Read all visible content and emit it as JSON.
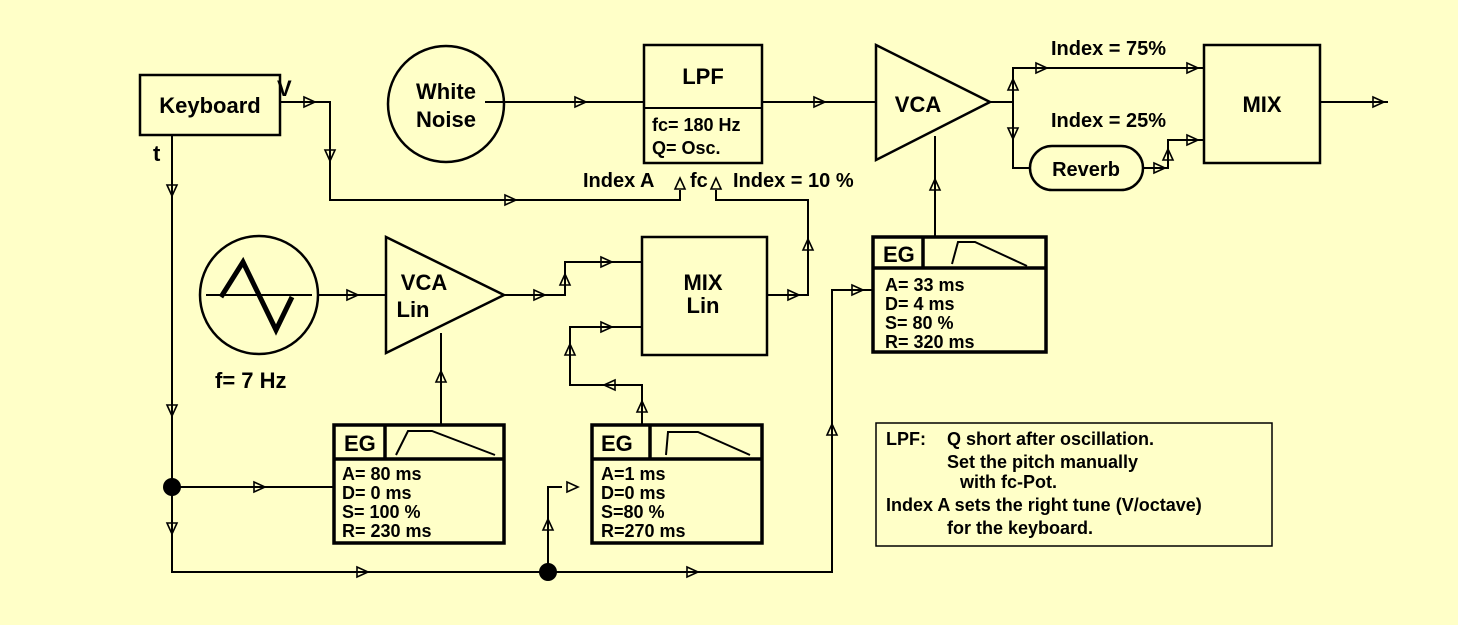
{
  "blocks": {
    "keyboard": {
      "label": "Keyboard",
      "v_label": "V",
      "t_label": "t"
    },
    "white_noise": {
      "line1": "White",
      "line2": "Noise"
    },
    "lpf": {
      "title": "LPF",
      "fc": "fc= 180 Hz",
      "q": "Q= Osc.",
      "index_a": "Index A",
      "fc_input": "fc",
      "index_10": "Index = 10 %"
    },
    "vca_main": {
      "label": "VCA"
    },
    "mix_main": {
      "label": "MIX"
    },
    "reverb": {
      "label": "Reverb"
    },
    "index_75": "Index = 75%",
    "index_25": "Index = 25%",
    "lfo": {
      "label": "f= 7 Hz"
    },
    "vca_lin": {
      "line1": "VCA",
      "line2": "Lin"
    },
    "mix_lin": {
      "line1": "MIX",
      "line2": "Lin"
    },
    "eg_vca": {
      "title": "EG",
      "a": "A= 33 ms",
      "d": "D= 4 ms",
      "s": "S= 80 %",
      "r": "R= 320 ms"
    },
    "eg_lfo": {
      "title": "EG",
      "a": "A= 80 ms",
      "d": "D= 0 ms",
      "s": "S= 100 %",
      "r": "R= 230 ms"
    },
    "eg_mix": {
      "title": "EG",
      "a": "A=1 ms",
      "d": "D=0 ms",
      "s": "S=80 %",
      "r": "R=270 ms"
    }
  },
  "notes": {
    "lpf_prefix": "LPF:",
    "line1": "Q short after oscillation.",
    "line2": "Set  the pitch manually",
    "line3": "with fc-Pot.",
    "line4": "Index A sets the right tune (V/octave)",
    "line5": "for the keyboard."
  }
}
